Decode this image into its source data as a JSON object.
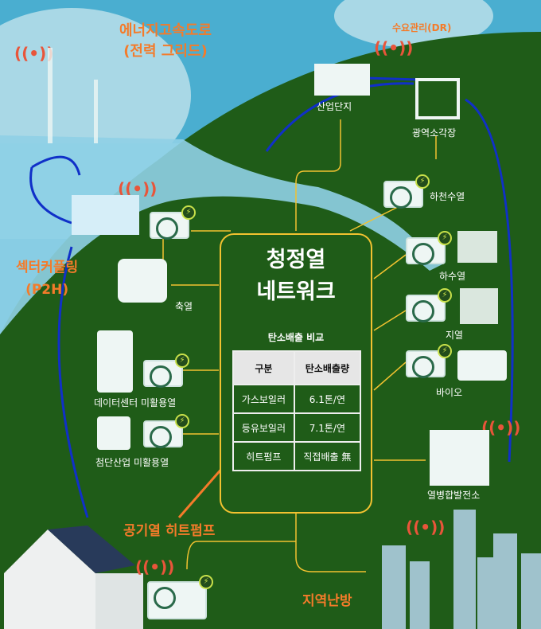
{
  "title_grid": [
    "에너지고속도로",
    "(전력 그리드)"
  ],
  "dr_label": "수요관리(DR)",
  "sector_coupling": [
    "섹터커플링",
    "(P2H)"
  ],
  "center": {
    "title": [
      "청정열",
      "네트워크"
    ],
    "table_title": "탄소배출 비교",
    "headers": [
      "구분",
      "탄소배출량"
    ],
    "rows": [
      [
        "가스보일러",
        "6.1톤/연"
      ],
      [
        "등유보일러",
        "7.1톤/연"
      ],
      [
        "히트펌프",
        "직접배출 無"
      ]
    ]
  },
  "labels": {
    "industrial": "산업단지",
    "incinerator": "광역소각장",
    "river": "하천수열",
    "sewage": "하수열",
    "geo": "지열",
    "bio": "바이오",
    "chp": "열병합발전소",
    "storage": "축열",
    "datacenter": "데이터센터 미활용열",
    "hightech": "첨단산업 미활용열"
  },
  "air_hp": "공기열 히트펌프",
  "district": "지역난방",
  "colors": {
    "green": "#1f5c18",
    "orange": "#f47b2a",
    "line": "#f2c230",
    "grid": "#1030c8"
  }
}
